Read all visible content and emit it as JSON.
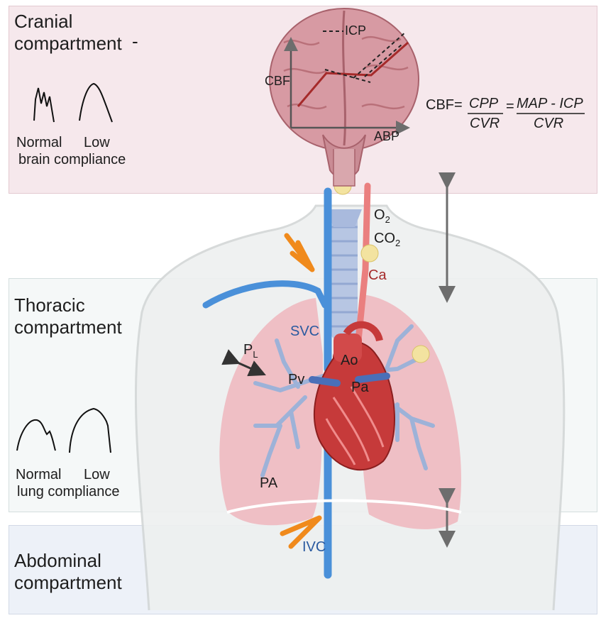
{
  "compartments": {
    "cranial": "Cranial compartment",
    "cranial_mark": "-",
    "thoracic": "Thoracic compartment",
    "abdominal": "Abdominal compartment"
  },
  "brain_waveforms": {
    "normal": "Normal",
    "low": "Low",
    "caption": "brain compliance"
  },
  "lung_waveforms": {
    "normal": "Normal",
    "low": "Low",
    "caption": "lung compliance"
  },
  "autoregulation_plot": {
    "y_axis": "CBF",
    "x_axis": "ABP",
    "legend": "ICP"
  },
  "formula": {
    "lhs": "CBF=",
    "num1": "CPP",
    "den1": "CVR",
    "eq": "=",
    "num2": "MAP - ICP",
    "den2": "CVR"
  },
  "labels": {
    "o2": "O",
    "o2_sub": "2",
    "co2": "CO",
    "co2_sub": "2",
    "ca": "Ca",
    "svc": "SVC",
    "ivc": "IVC",
    "pl": "P",
    "pl_sub": "L",
    "ao": "Ao",
    "pa_small": "Pa",
    "pv": "Pv",
    "pa": "PA"
  },
  "colors": {
    "cranial_band": "#f6e8ec",
    "vein_blue": "#4a90d9",
    "artery_red": "#e06a6a",
    "orange_arrow": "#f08a1c",
    "brain_pink": "#d79aa3",
    "lung_pink": "#efb6bd",
    "heart_red": "#c63a3a"
  }
}
